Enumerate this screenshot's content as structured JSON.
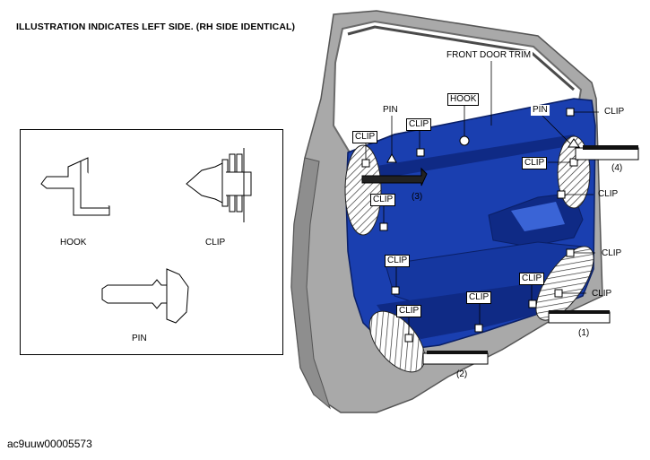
{
  "header": {
    "title": "ILLUSTRATION INDICATES LEFT SIDE. (RH SIDE IDENTICAL)"
  },
  "legend": {
    "hook": "HOOK",
    "clip": "CLIP",
    "pin": "PIN"
  },
  "callouts": {
    "front_door_trim": "FRONT DOOR TRIM",
    "hook": "HOOK",
    "pin_left": "PIN",
    "pin_right": "PIN",
    "clip_left_top": "CLIP",
    "clip_center_top": "CLIP",
    "clip_top_right": "CLIP",
    "clip_right_upper": "CLIP",
    "clip_right_mid": "CLIP",
    "clip_left_mid": "CLIP",
    "clip_center_mid": "CLIP",
    "clip_right_lower": "CLIP",
    "clip_right_lower2": "CLIP",
    "clip_lower_left": "CLIP",
    "clip_lower_center": "CLIP",
    "clip_lower_right": "CLIP"
  },
  "steps": {
    "s1": "(1)",
    "s2": "(2)",
    "s3": "(3)",
    "s4": "(4)"
  },
  "footer": {
    "code": "ac9uuw00005573"
  },
  "colors": {
    "trim": "#1a3fb0",
    "trim_dark": "#0f2a85",
    "door": "#a9a9a9",
    "door_edge": "#6b6b6b",
    "glass_trim": "#4a4a4a"
  }
}
